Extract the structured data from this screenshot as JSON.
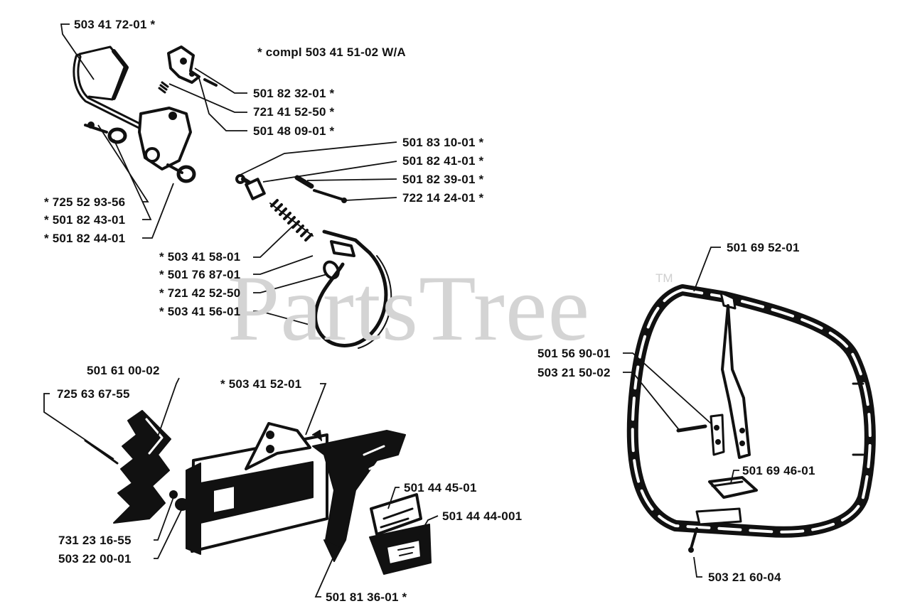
{
  "watermark": {
    "text": "PartsTree",
    "trademark": "TM"
  },
  "note": "* compl 503 41 51-02 W/A",
  "callouts": {
    "front_handle_guard": "503 41 72-01  *",
    "lever_spring": "501 82 32-01  *",
    "lever_pin": "721 41 52-50  *",
    "lever_screw": "501 48 09-01  *",
    "brake_link": "501 83 10-01  *",
    "brake_sleeve": "501 82 41-01  *",
    "brake_bushing": "501 82 39-01  *",
    "brake_screw": "722 14 24-01  *",
    "pivot_screw": "*  725 52 93-56",
    "pivot_washer": "*  501 82 43-01",
    "pivot_nut": "*  501 82 44-01",
    "brake_spring": "*  503 41 58-01",
    "spring_holder": "*  501 76 87-01",
    "band_pin": "*  721 42 52-50",
    "brake_band": "*  503 41 56-01",
    "bumper_spike": "501 61 00-02",
    "spike_screw": "725 63 67-55",
    "clutch_cover": "*  503 41 52-01",
    "spike_nut_screw": "731 23 16-55",
    "spike_nut": "503 22 00-01",
    "chain_plate_outer": "501 44 45-01",
    "chain_plate_inner": "501 44 44-001",
    "chain_catcher": "501 81 36-01  *",
    "handle_bar": "501 69 52-01",
    "handle_screw": "501 56 90-01",
    "handle_washer": "503 21 50-02",
    "handle_pad": "501 69 46-01",
    "handle_bolt": "503 21 60-04"
  }
}
